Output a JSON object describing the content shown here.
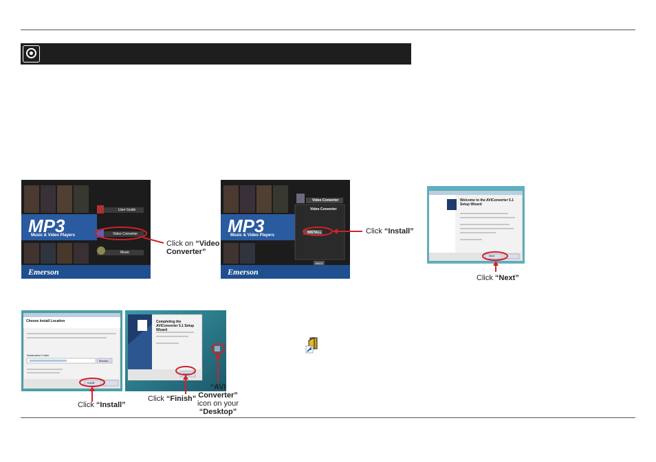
{
  "captions": {
    "video_converter": {
      "pre": "Click on ",
      "bold": "“Video Converter”"
    },
    "install_1": {
      "pre": "Click ",
      "bold": "“Install”"
    },
    "next": {
      "pre": "Click ",
      "bold": "“Next”"
    },
    "install_2": {
      "pre": "Click ",
      "bold": "“Install”"
    },
    "finish": {
      "pre": "Click ",
      "bold": "“Finish”"
    },
    "avi_icon": {
      "bold1": "“AVI Converter”",
      "mid": "icon on your",
      "bold2": "“Desktop”"
    }
  },
  "menu_screen": {
    "brand": "MP3",
    "tagline": "Music & Video Players",
    "logo": "Emerson",
    "items": [
      "User Guide",
      "Video Converter",
      "Music"
    ]
  },
  "install_screen": {
    "brand": "MP3",
    "tagline": "Music & Video Players",
    "logo": "Emerson",
    "tab": "Video Converter",
    "panel_title": "Video Converter",
    "button": "INSTALL",
    "back": "BACK"
  },
  "wizard_welcome": {
    "title": "Welcome to the AVIConverter 5.1 Setup Wizard",
    "button": "Next"
  },
  "wizard_location": {
    "title": "Choose Install Location",
    "field_label": "Destination Folder",
    "button": "Install",
    "browse": "Browse..."
  },
  "wizard_finish": {
    "title": "Completing the AVIConverter 5.1 Setup Wizard",
    "button": "Finish"
  },
  "colors": {
    "accent_red": "#d0202a",
    "header_bar": "#1e1e1e",
    "player_blue": "#2a5aa0"
  }
}
